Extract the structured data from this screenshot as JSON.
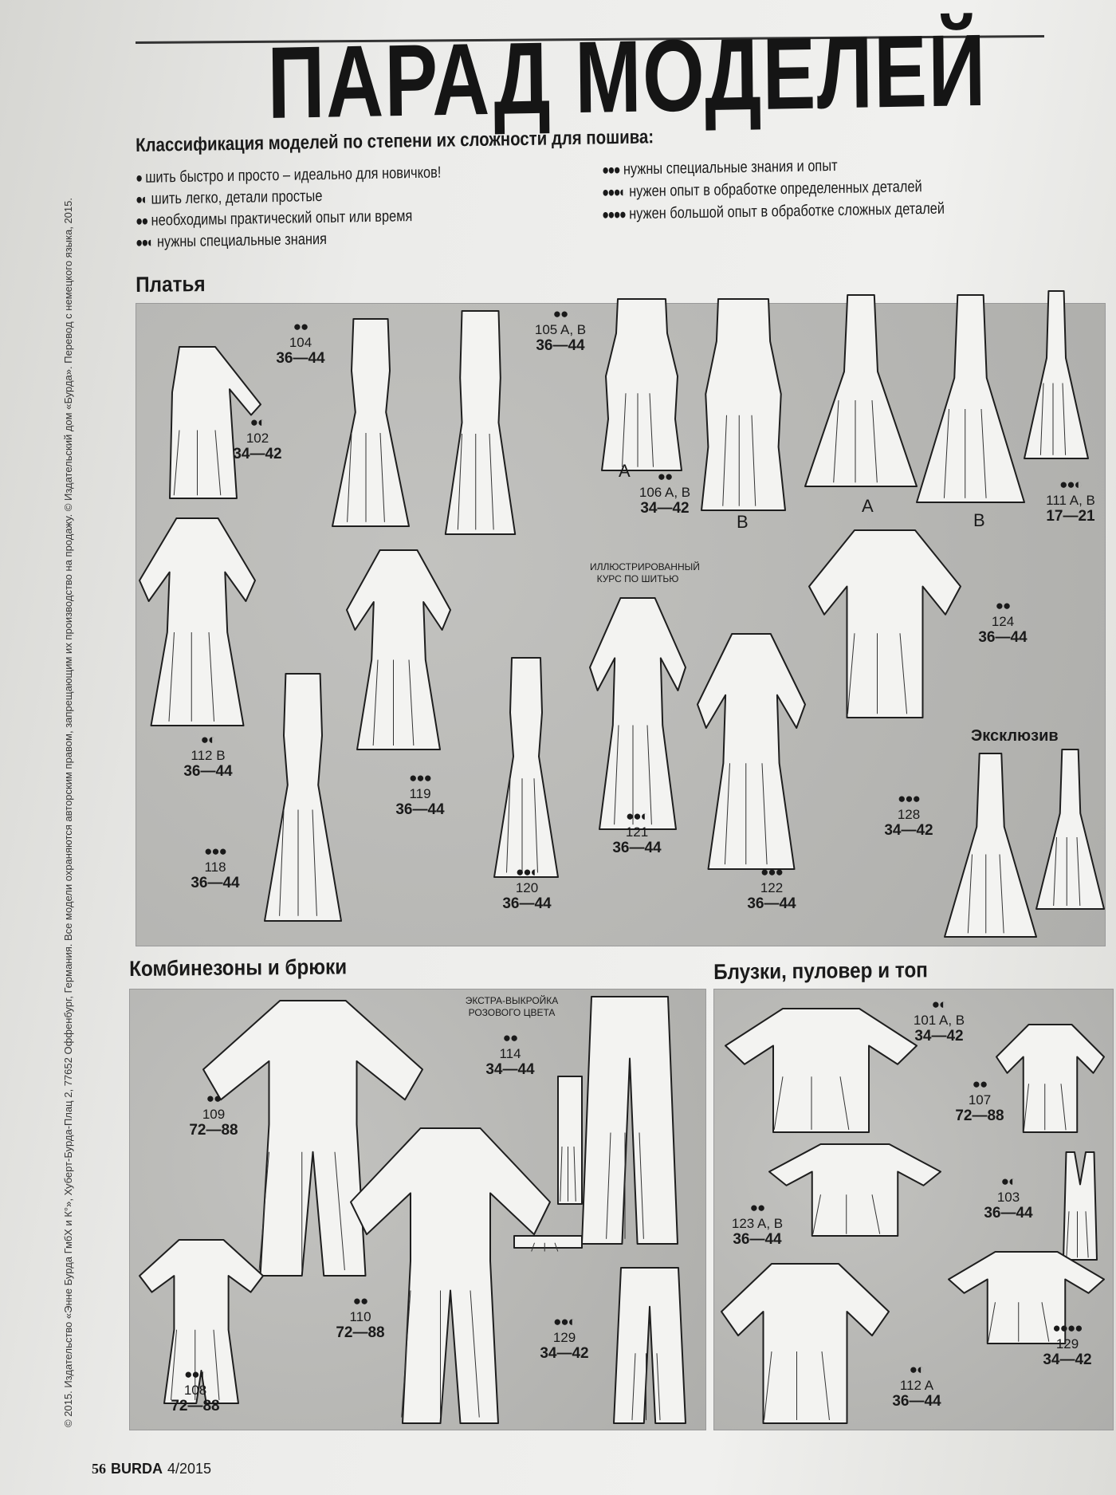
{
  "title": "ПАРАД МОДЕЛЕЙ",
  "legend": {
    "heading": "Классификация моделей по степени их сложности для пошива:",
    "items": [
      {
        "dots": "●",
        "text": "шить быстро и просто – идеально для новичков!"
      },
      {
        "dots": "●◐",
        "text": "шить легко, детали простые"
      },
      {
        "dots": "●●",
        "text": "необходимы практический опыт или время"
      },
      {
        "dots": "●●◐",
        "text": "нужны специальные знания"
      },
      {
        "dots": "●●●",
        "text": "нужны специальные знания и опыт"
      },
      {
        "dots": "●●●◐",
        "text": "нужен опыт в обработке определенных деталей"
      },
      {
        "dots": "●●●●",
        "text": "нужен большой опыт в обработке сложных деталей"
      }
    ]
  },
  "dresses": {
    "heading": "Платья",
    "note": "ИЛЛЮСТРИРОВАННЫЙ КУРС ПО ШИТЬЮ",
    "exclusive": "Эксклюзив",
    "variants": [
      "A",
      "B",
      "A",
      "B"
    ],
    "models": [
      {
        "dots": "●◐",
        "number": "102",
        "sizes": "34—42"
      },
      {
        "dots": "●●",
        "number": "104",
        "sizes": "36—44"
      },
      {
        "dots": "●●",
        "number": "105 A, B",
        "sizes": "36—44"
      },
      {
        "dots": "●●",
        "number": "106 A, B",
        "sizes": "34—42"
      },
      {
        "dots": "●●◐",
        "number": "111 A, B",
        "sizes": "17—21"
      },
      {
        "dots": "●●",
        "number": "124",
        "sizes": "36—44"
      },
      {
        "dots": "●●●",
        "number": "128",
        "sizes": "34—42"
      },
      {
        "dots": "●◐",
        "number": "112 B",
        "sizes": "36—44"
      },
      {
        "dots": "●●●",
        "number": "119",
        "sizes": "36—44"
      },
      {
        "dots": "●●◐",
        "number": "121",
        "sizes": "36—44"
      },
      {
        "dots": "●●●",
        "number": "118",
        "sizes": "36—44"
      },
      {
        "dots": "●●◐",
        "number": "120",
        "sizes": "36—44"
      },
      {
        "dots": "●●●",
        "number": "122",
        "sizes": "36—44"
      }
    ]
  },
  "jumpsuits": {
    "heading": "Комбинезоны и брюки",
    "note_line1": "ЭКСТРА-ВЫКРОЙКА",
    "note_line2": "РОЗОВОГО ЦВЕТА",
    "models": [
      {
        "dots": "●●",
        "number": "109",
        "sizes": "72—88"
      },
      {
        "dots": "●●",
        "number": "114",
        "sizes": "34—44"
      },
      {
        "dots": "●●",
        "number": "110",
        "sizes": "72—88"
      },
      {
        "dots": "●●◐",
        "number": "108",
        "sizes": "72—88"
      },
      {
        "dots": "●●◐",
        "number": "129",
        "sizes": "34—42"
      }
    ]
  },
  "blouses": {
    "heading": "Блузки, пуловер и топ",
    "models": [
      {
        "dots": "●◐",
        "number": "101 A, B",
        "sizes": "34—42"
      },
      {
        "dots": "●●",
        "number": "107",
        "sizes": "72—88"
      },
      {
        "dots": "●◐",
        "number": "103",
        "sizes": "36—44"
      },
      {
        "dots": "●●",
        "number": "123 A, B",
        "sizes": "36—44"
      },
      {
        "dots": "●◐",
        "number": "112 A",
        "sizes": "36—44"
      },
      {
        "dots": "●●●●",
        "number": "129",
        "sizes": "34—42"
      }
    ]
  },
  "copyright": "© 2015. Издательство «Энне Бурда ГмбХ и К°», Хуберт-Бурда-Плац 2, 77652 Оффенбург, Германия. Все модели охраняются авторским правом, запрещающим их производство на продажу. © Издательский дом «Бурда». Перевод с немецкого языка, 2015.",
  "footer": {
    "page": "56",
    "magazine": "BURDA",
    "issue": "4/2015"
  }
}
